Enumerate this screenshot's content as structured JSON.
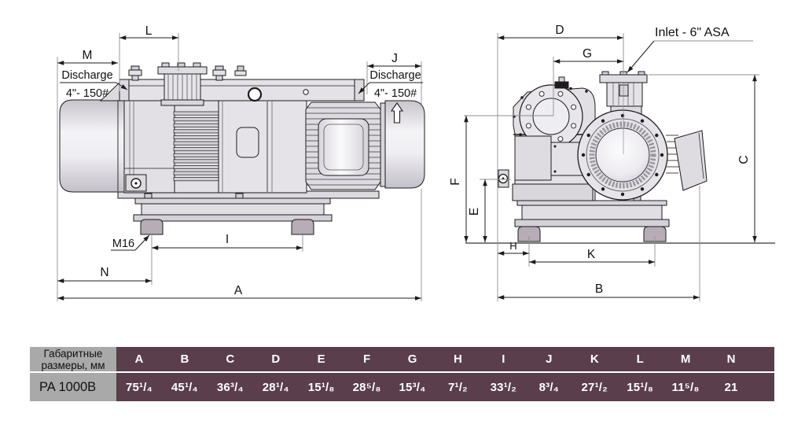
{
  "dims": {
    "A": "A",
    "B": "B",
    "C": "C",
    "D": "D",
    "E": "E",
    "F": "F",
    "G": "G",
    "H": "H",
    "I": "I",
    "J": "J",
    "K": "K",
    "L": "L",
    "M": "M",
    "N": "N"
  },
  "labels": {
    "discharge_line1": "Discharge",
    "discharge_line2": "4\"- 150#",
    "inlet": "Inlet - 6\" ASA",
    "m16": "M16"
  },
  "table": {
    "header_left_line1": "Габаритные",
    "header_left_line2": "размеры, мм",
    "row_label": "PA 1000B",
    "columns": [
      "A",
      "B",
      "C",
      "D",
      "E",
      "F",
      "G",
      "H",
      "I",
      "J",
      "K",
      "L",
      "M",
      "N"
    ],
    "values": [
      "75¹/₄",
      "45¹/₄",
      "36³/₄",
      "28¹/₄",
      "15¹/₈",
      "28⁵/₈",
      "15³/₄",
      "7¹/₂",
      "33¹/₂",
      "8³/₄",
      "27¹/₂",
      "15¹/₈",
      "11⁵/₈",
      "21"
    ]
  },
  "colors": {
    "table_accent": "#5a3e4b",
    "table_gray": "#a9a9a9",
    "machine_fill": "#e3e1e6",
    "outline": "#1c1c1c"
  }
}
